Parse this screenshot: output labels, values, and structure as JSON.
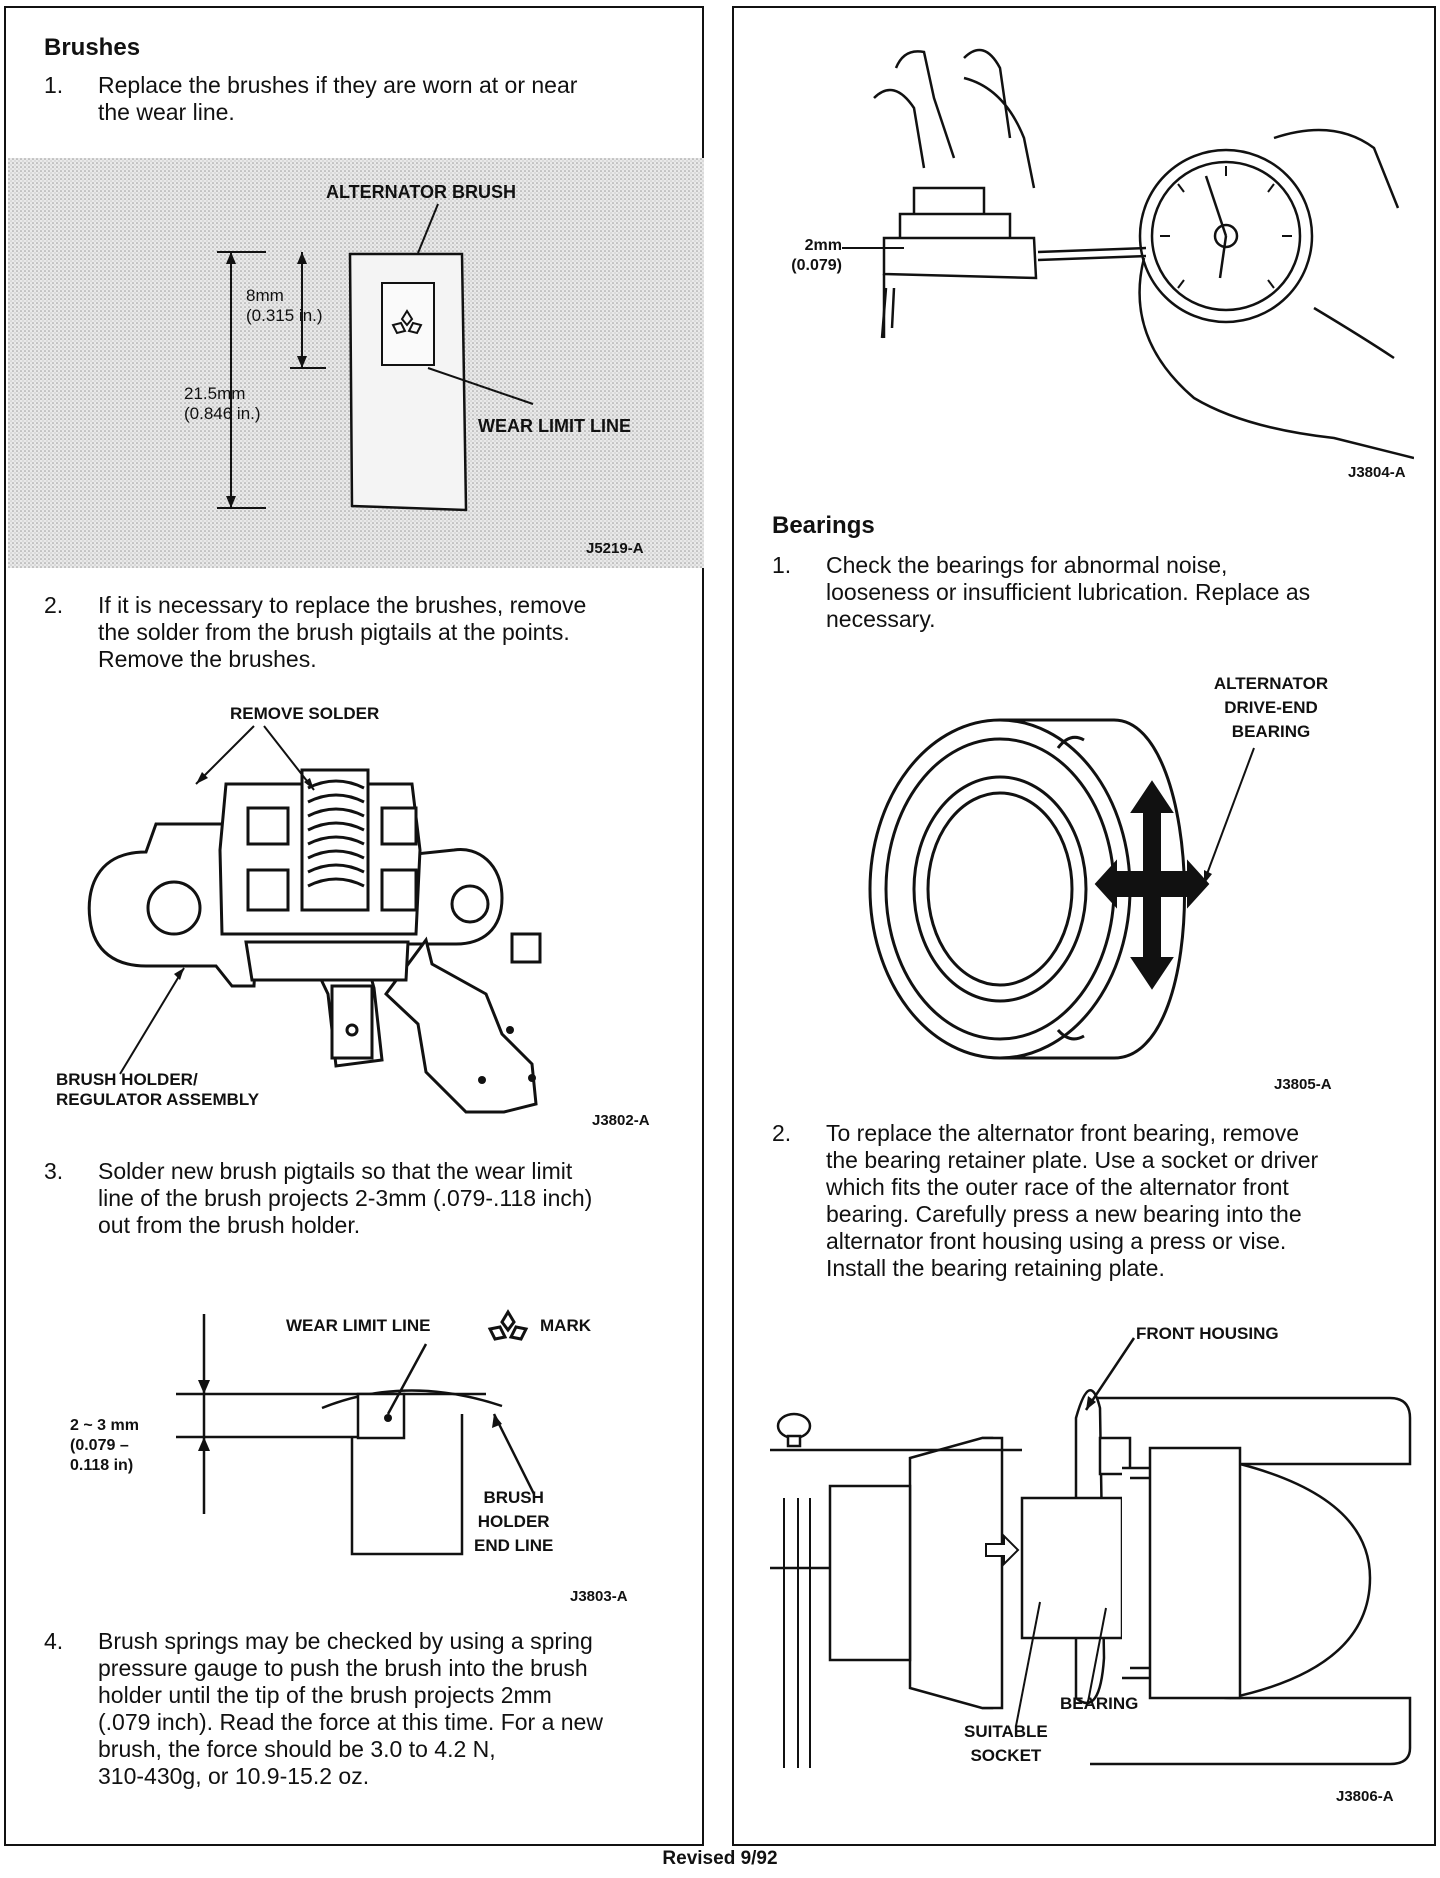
{
  "brushes": {
    "heading": "Brushes",
    "steps": [
      {
        "num": "1.",
        "text": [
          "Replace the brushes if they are worn at or near",
          "the wear line."
        ]
      },
      {
        "num": "2.",
        "text": [
          "If it is necessary to replace the brushes, remove",
          "the solder from the brush pigtails at the points.",
          "Remove the brushes."
        ]
      },
      {
        "num": "3.",
        "text": [
          "Solder new brush pigtails so that the wear limit",
          "line of the brush projects 2-3mm (.079-.118 inch)",
          "out from the brush holder."
        ]
      },
      {
        "num": "4.",
        "text": [
          "Brush springs may be checked by using a spring",
          "pressure gauge to push the brush into the brush",
          "holder until the tip of the brush projects 2mm",
          "(.079 inch). Read the force at this time. For a new",
          "brush, the force should be 3.0 to 4.2 N,",
          "310-430g, or 10.9-15.2 oz."
        ]
      }
    ],
    "fig1": {
      "label_brush": "ALTERNATOR BRUSH",
      "dim1": [
        "8mm",
        "(0.315 in.)"
      ],
      "dim2": [
        "21.5mm",
        "(0.846 in.)"
      ],
      "label_wear": "WEAR LIMIT LINE",
      "id": "J5219-A"
    },
    "fig2": {
      "label_solder": "REMOVE SOLDER",
      "label_holder": [
        "BRUSH HOLDER/",
        "REGULATOR ASSEMBLY"
      ],
      "id": "J3802-A"
    },
    "fig3": {
      "label_top": "WEAR LIMIT LINE",
      "label_mark": "MARK",
      "dim": [
        "2 ~ 3 mm",
        "(0.079 –",
        "0.118 in)"
      ],
      "label_end": [
        "BRUSH",
        "HOLDER",
        "END LINE"
      ],
      "id": "J3803-A"
    }
  },
  "bearings": {
    "fig4": {
      "dim": [
        "2mm",
        "(0.079)"
      ],
      "id": "J3804-A"
    },
    "heading": "Bearings",
    "steps": [
      {
        "num": "1.",
        "text": [
          "Check the bearings for abnormal noise,",
          "looseness or insufficient lubrication. Replace as",
          "necessary."
        ]
      },
      {
        "num": "2.",
        "text": [
          "To replace the alternator front bearing, remove",
          "the bearing retainer plate. Use a socket or driver",
          "which fits the outer race of the alternator front",
          "bearing. Carefully press a new bearing into the",
          "alternator front housing using a press or vise.",
          "Install the bearing retaining plate."
        ]
      }
    ],
    "fig5": {
      "label": [
        "ALTERNATOR",
        "DRIVE-END",
        "BEARING"
      ],
      "id": "J3805-A"
    },
    "fig6": {
      "label_housing": "FRONT HOUSING",
      "label_bearing": "BEARING",
      "label_socket": [
        "SUITABLE",
        "SOCKET"
      ],
      "id": "J3806-A"
    }
  },
  "footer": "Revised 9/92"
}
